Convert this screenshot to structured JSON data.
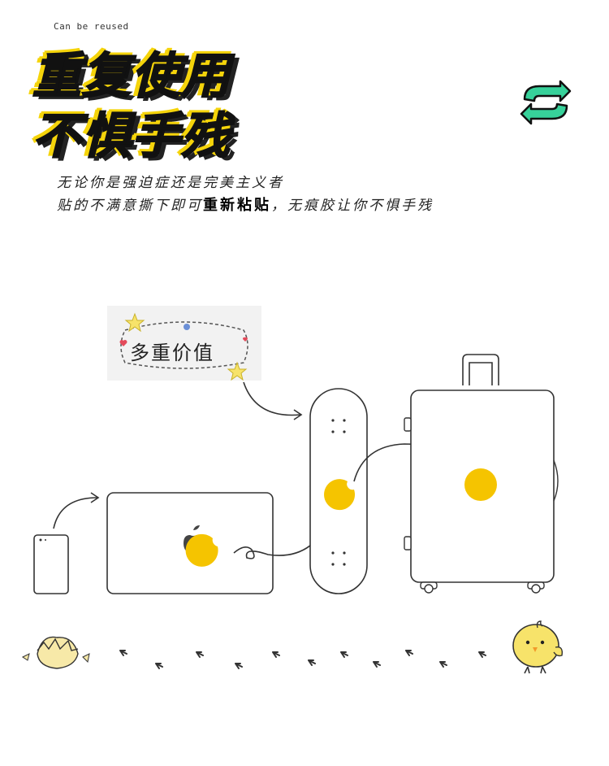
{
  "header": {
    "small_caption": "Can be reused",
    "headline_line1": "重复使用",
    "headline_line2": "不惧手残"
  },
  "description": {
    "line1": "无论你是强迫症还是完美主义者",
    "line2_prefix": "贴的不满意撕下即可",
    "line2_bold": "重新粘贴",
    "line2_suffix": "，无痕胶让你不惧手残"
  },
  "tag": {
    "label": "多重价值"
  },
  "icons": {
    "recycle": "recycle-arrows-icon",
    "phone": "phone-icon",
    "laptop": "laptop-icon",
    "skateboard": "skateboard-icon",
    "suitcase": "suitcase-icon",
    "chick": "chick-icon",
    "eggshell": "eggshell-icon"
  },
  "colors": {
    "sticker_yellow": "#f5c400",
    "accent_green": "#37d19a",
    "outline": "#333333"
  }
}
